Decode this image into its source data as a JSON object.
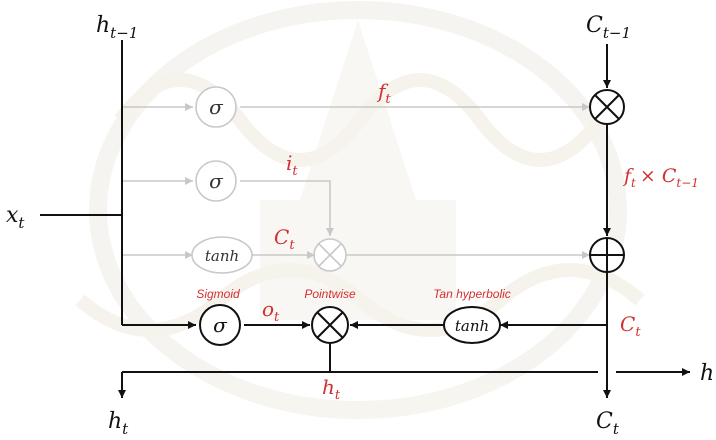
{
  "colors": {
    "ink": "#111111",
    "faded": "#c8c8c8",
    "accent": "#d23030",
    "watermark": "#f0ece4"
  },
  "labels": {
    "h_prev": "h",
    "h_prev_sub": "t−1",
    "c_prev": "C",
    "c_prev_sub": "t−1",
    "x_in": "x",
    "x_in_sub": "t",
    "f_gate": "f",
    "f_gate_sub": "t",
    "i_gate": "i",
    "i_gate_sub": "t",
    "c_cand": "C",
    "c_cand_sub": "t",
    "o_gate": "o",
    "o_gate_sub": "t",
    "fc_product": "f",
    "fc_product_sub1": "t",
    "fc_times": "× C",
    "fc_product_sub2": "t−1",
    "c_state": "C",
    "c_state_sub": "t",
    "h_inner": "h",
    "h_inner_sub": "t",
    "h_out": "h",
    "h_out_sub": "t",
    "c_out": "C",
    "c_out_sub": "t",
    "h_right": "h"
  },
  "annotations": {
    "sigmoid": "Sigmoid",
    "pointwise": "Pointwise",
    "tan_hyperbolic": "Tan hyperbolic"
  },
  "nodes": {
    "sigma": "σ",
    "tanh": "tanh"
  }
}
